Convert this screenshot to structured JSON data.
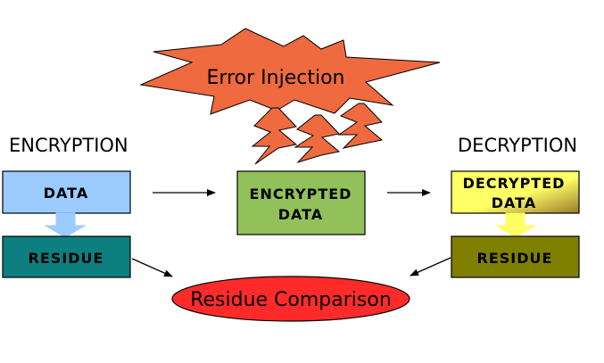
{
  "headings": {
    "encryption": "ENCRYPTION",
    "decryption": "DECRYPTION"
  },
  "burst": {
    "label": "Error Injection",
    "color": "#ef6a3f"
  },
  "boxes": {
    "data": {
      "label": "DATA",
      "color": "#9ccbff"
    },
    "residue_left": {
      "label": "RESIDUE",
      "color": "#0e7f7f"
    },
    "encrypted": {
      "line1": "ENCRYPTED",
      "line2": "DATA",
      "color": "#92c05a"
    },
    "decrypted": {
      "line1": "DECRYPTED",
      "line2": "DATA",
      "color_start": "#ffff66",
      "color_end": "#9a7a2a"
    },
    "residue_right": {
      "label": "RESIDUE",
      "color": "#808000"
    }
  },
  "comparison": {
    "label": "Residue Comparison",
    "color": "#ff2b2b"
  },
  "lightning": {
    "color": "#ef6a3f",
    "count": 3
  },
  "connector_arrow": {
    "color": "#ffff66"
  }
}
